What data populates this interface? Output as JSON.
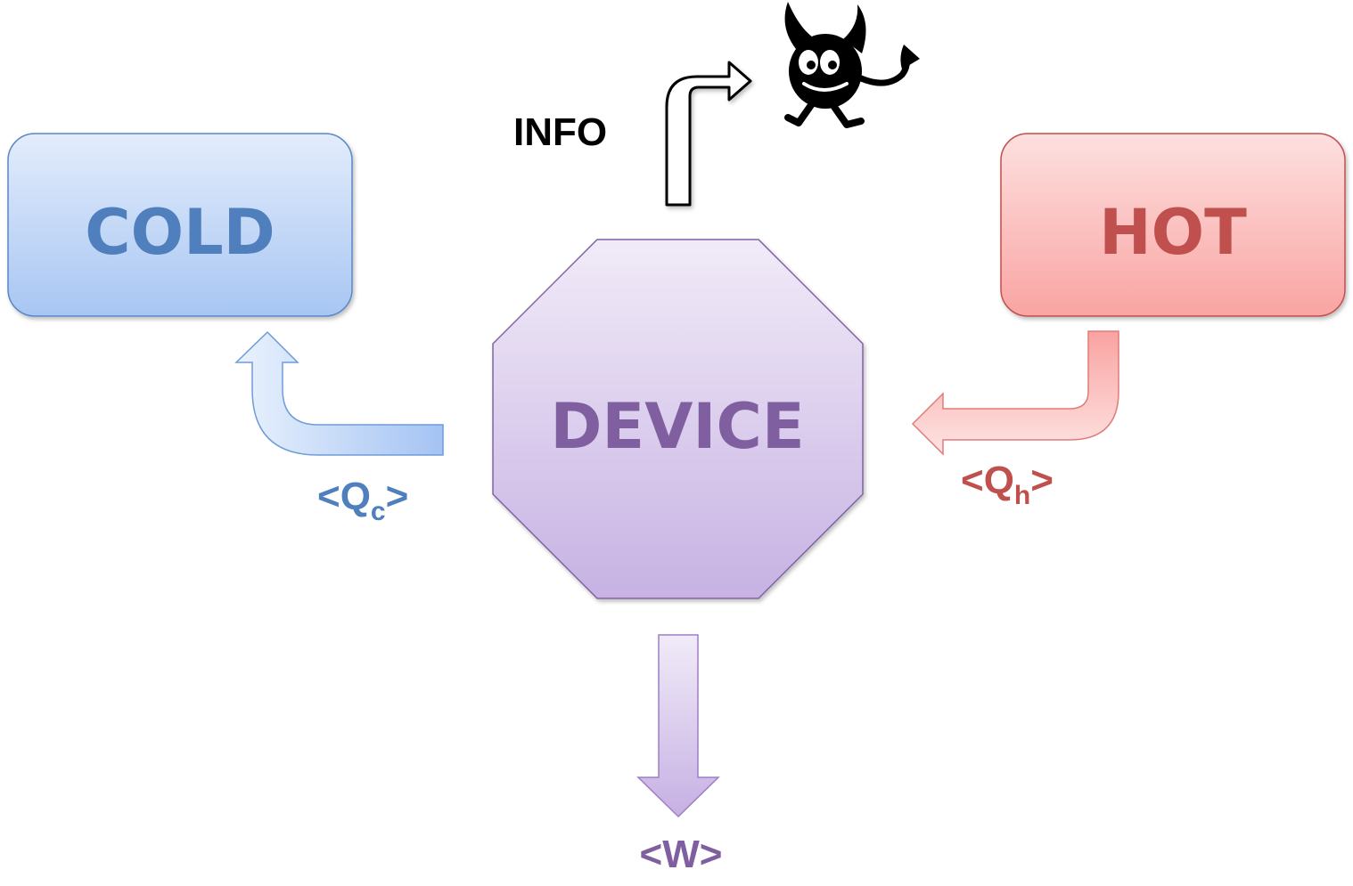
{
  "diagram": {
    "cold": {
      "label": "COLD",
      "color": "#4f7fbd"
    },
    "hot": {
      "label": "HOT",
      "color": "#c0504d"
    },
    "device": {
      "label": "DEVICE",
      "color": "#7f5fa0"
    },
    "info": {
      "label": "INFO",
      "color": "#000000"
    },
    "qc": {
      "prefix": "<Q",
      "sub": "c",
      "suffix": ">",
      "color": "#4f7fbd"
    },
    "qh": {
      "prefix": "<Q",
      "sub": "h",
      "suffix": ">",
      "color": "#c0504d"
    },
    "work": {
      "label": "<W>",
      "color": "#7f5fa0"
    },
    "demon": {
      "icon": "demon-icon"
    }
  }
}
